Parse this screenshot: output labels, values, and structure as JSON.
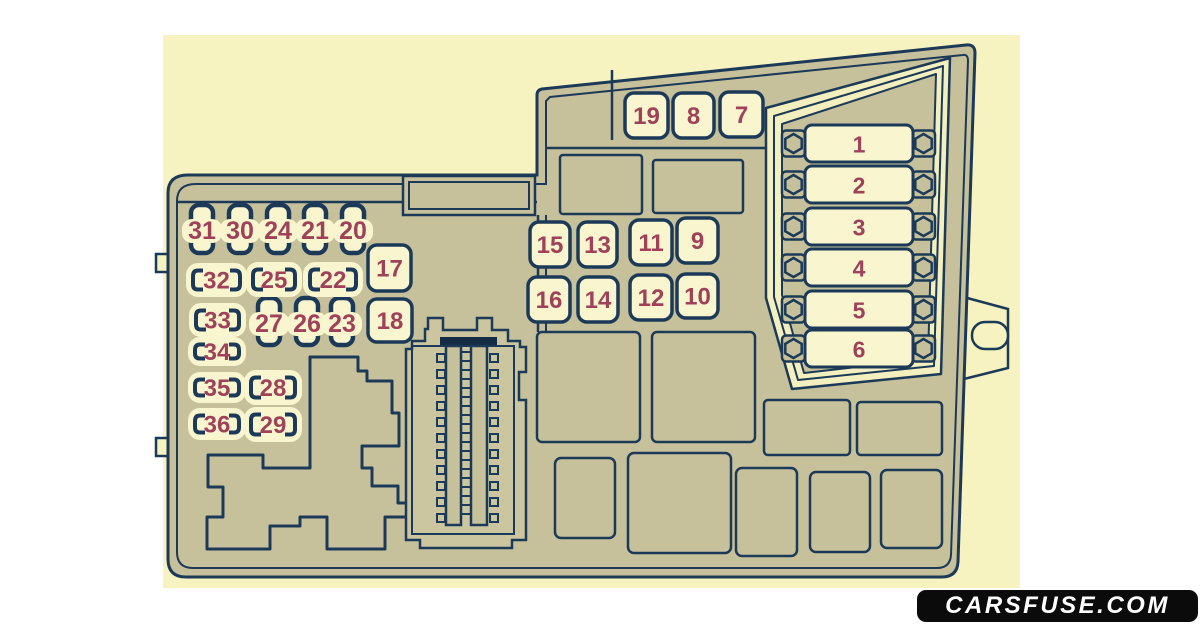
{
  "diagram": {
    "name": "engine-compartment-fuse-box-diagram",
    "colors": {
      "canvas": "#f6f3c0",
      "body": "#c6c19b",
      "line": "#1c3a58",
      "line_dark": "#132c44",
      "fuse_fill": "#f9f6cf",
      "number": "#9e4159"
    },
    "relay_fuses": [
      "1",
      "2",
      "3",
      "4",
      "5",
      "6"
    ],
    "square_fuses": [
      "19",
      "8",
      "7",
      "15",
      "13",
      "11",
      "9",
      "16",
      "14",
      "12",
      "10",
      "17",
      "18"
    ],
    "vertical_fuses_top": [
      "31",
      "30",
      "24",
      "21",
      "20"
    ],
    "vertical_fuses_mid": [
      "27",
      "26",
      "23"
    ],
    "pill_fuses": [
      "32",
      "25",
      "22",
      "33",
      "34",
      "35",
      "28",
      "36",
      "29"
    ]
  },
  "watermark": {
    "text": "CARSFUSE.COM",
    "background": "#0b0b0b",
    "text_color": "#ffffff"
  }
}
